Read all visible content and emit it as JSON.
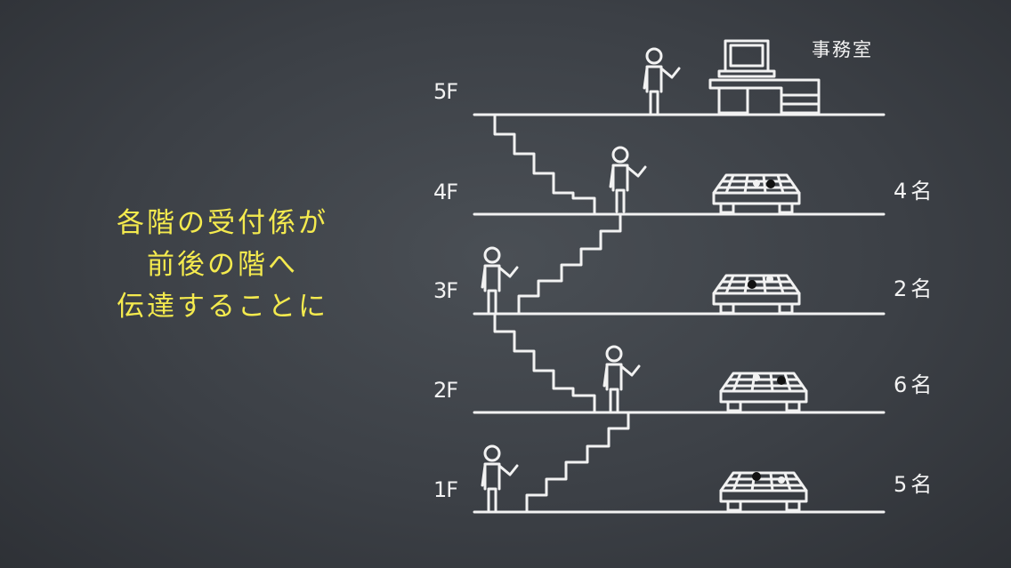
{
  "caption": {
    "lines": [
      "各階の受付係が",
      "前後の階へ",
      "伝達することに"
    ],
    "color": "#f4ea4e"
  },
  "office_label": "事務室",
  "floors": [
    {
      "label": "5F",
      "count": ""
    },
    {
      "label": "4F",
      "count": "4名"
    },
    {
      "label": "3F",
      "count": "2名"
    },
    {
      "label": "2F",
      "count": "6名"
    },
    {
      "label": "1F",
      "count": "5名"
    }
  ],
  "colors": {
    "background": "#3c4046",
    "chalk": "#f2f2f2"
  },
  "icons": [
    "person-icon",
    "computer-desk-icon",
    "go-board-icon",
    "staircase-icon"
  ]
}
